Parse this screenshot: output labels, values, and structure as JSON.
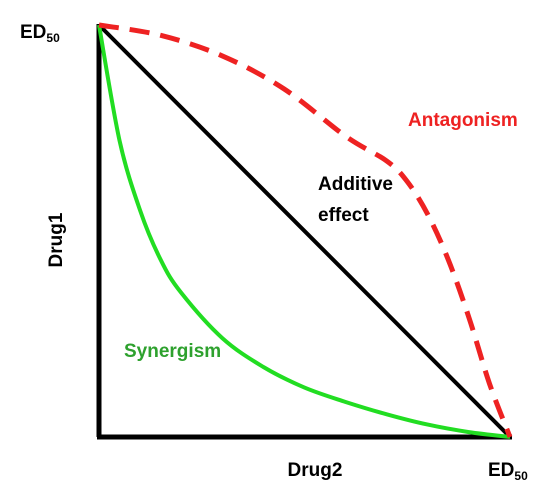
{
  "chart_data": {
    "type": "line",
    "title": "",
    "xlabel": "Drug2",
    "ylabel": "Drug1",
    "xlim": [
      0,
      1
    ],
    "ylim": [
      0,
      1
    ],
    "grid": false,
    "legend": "none",
    "axis_marks": {
      "x_end": {
        "base": "ED",
        "sub": "50"
      },
      "y_end": {
        "base": "ED",
        "sub": "50"
      }
    },
    "series": [
      {
        "name": "Additive effect",
        "style": "solid",
        "color": "#000000",
        "points": [
          [
            0,
            1
          ],
          [
            1,
            0
          ]
        ]
      },
      {
        "name": "Synergism",
        "style": "solid",
        "color": "#22dd22",
        "points": [
          [
            0,
            1
          ],
          [
            0.05,
            0.72
          ],
          [
            0.1,
            0.55
          ],
          [
            0.15,
            0.43
          ],
          [
            0.2,
            0.35
          ],
          [
            0.3,
            0.24
          ],
          [
            0.4,
            0.17
          ],
          [
            0.5,
            0.12
          ],
          [
            0.6,
            0.085
          ],
          [
            0.7,
            0.055
          ],
          [
            0.8,
            0.03
          ],
          [
            0.9,
            0.012
          ],
          [
            1,
            0
          ]
        ]
      },
      {
        "name": "Antagonism",
        "style": "dashed",
        "color": "#ee2222",
        "points": [
          [
            0,
            1
          ],
          [
            0.15,
            0.975
          ],
          [
            0.3,
            0.925
          ],
          [
            0.45,
            0.845
          ],
          [
            0.6,
            0.73
          ],
          [
            0.7,
            0.67
          ],
          [
            0.75,
            0.62
          ],
          [
            0.8,
            0.54
          ],
          [
            0.85,
            0.43
          ],
          [
            0.9,
            0.29
          ],
          [
            0.95,
            0.13
          ],
          [
            1,
            0
          ]
        ]
      }
    ],
    "annotations": [
      {
        "text": "Antagonism",
        "color": "#ee2222"
      },
      {
        "text": "Additive",
        "color": "#000000"
      },
      {
        "text": "effect",
        "color": "#000000"
      },
      {
        "text": "Synergism",
        "color": "#2ea12e"
      }
    ]
  }
}
